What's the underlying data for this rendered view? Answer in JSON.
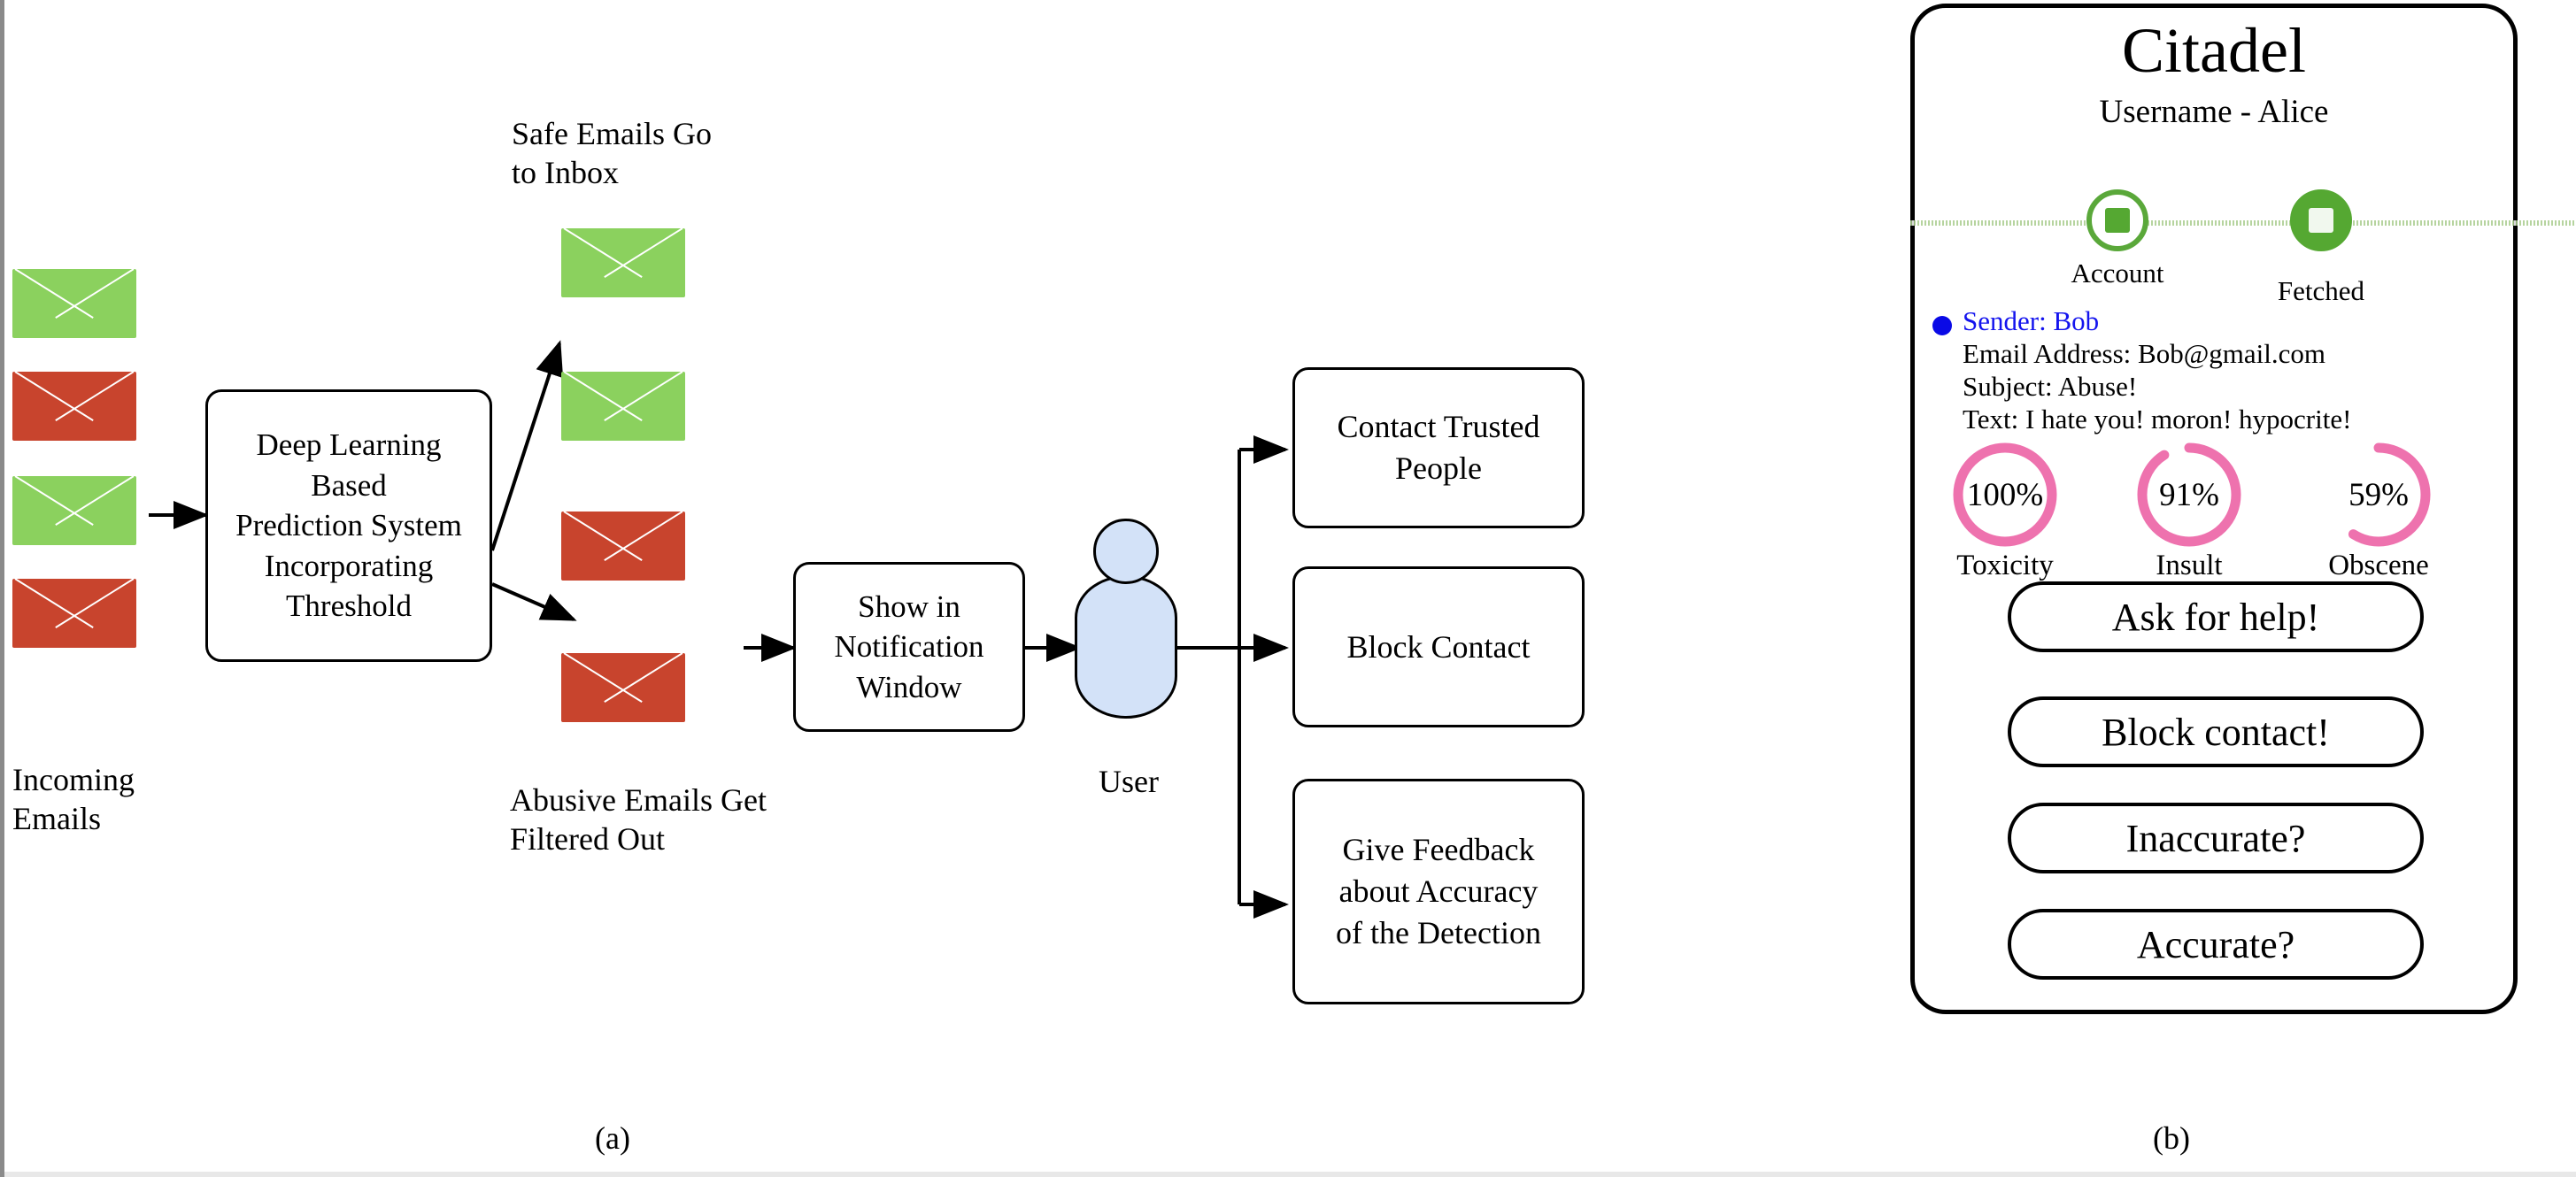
{
  "figure": {
    "caption_a": "(a)",
    "caption_b": "(b)"
  },
  "diagram": {
    "incoming_label": "Incoming\nEmails",
    "safe_label": "Safe Emails Go\nto Inbox",
    "abusive_label": "Abusive Emails Get\nFiltered Out",
    "user_label": "User",
    "prediction_box": "Deep Learning\nBased\nPrediction System\nIncorporating\nThreshold",
    "notification_box": "Show in\nNotification\nWindow",
    "outcome_boxes": [
      "Contact Trusted\nPeople",
      "Block Contact",
      "Give Feedback\nabout Accuracy\nof the Detection"
    ],
    "incoming_envelopes": [
      "safe",
      "abusive",
      "safe",
      "abusive"
    ],
    "sorted_envelopes": [
      "safe",
      "safe",
      "abusive",
      "abusive"
    ],
    "colors": {
      "safe": "#8bd15e",
      "abusive": "#c8442d",
      "user_fill": "#d3e2f8",
      "stroke": "#000000"
    }
  },
  "citadel": {
    "app_title": "Citadel",
    "username_line": "Username - Alice",
    "steps": [
      {
        "label": "Account",
        "state": "outline"
      },
      {
        "label": "Fetched",
        "state": "filled"
      }
    ],
    "message": {
      "sender": "Sender: Bob",
      "email_address": "Email Address: Bob@gmail.com",
      "subject": "Subject: Abuse!",
      "text": "Text: I hate you! moron! hypocrite!"
    },
    "gauges": [
      {
        "name": "Toxicity",
        "value": 100,
        "display": "100%"
      },
      {
        "name": "Insult",
        "value": 91,
        "display": "91%"
      },
      {
        "name": "Obscene",
        "value": 59,
        "display": "59%"
      }
    ],
    "actions": [
      "Ask for help!",
      "Block contact!",
      "Inaccurate?",
      "Accurate?"
    ],
    "colors": {
      "gauge": "#ee72ae",
      "gauge_track": "#ffffff",
      "step_green": "#55a832",
      "sender_blue": "#1414ee"
    }
  }
}
